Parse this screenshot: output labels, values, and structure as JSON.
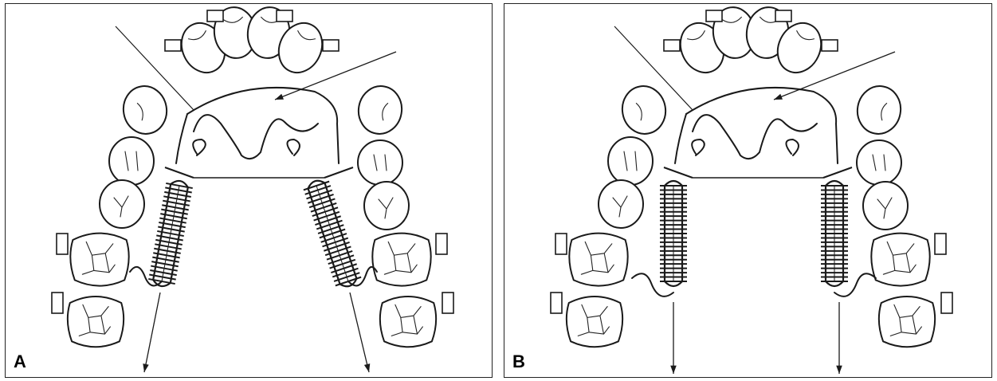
{
  "panels": [
    {
      "id": "A",
      "label": "A",
      "screws": "angled"
    },
    {
      "id": "B",
      "label": "B",
      "screws": "parallel"
    }
  ],
  "colors": {
    "ink": "#1a1a1a",
    "background": "#ffffff",
    "border": "#222222"
  }
}
